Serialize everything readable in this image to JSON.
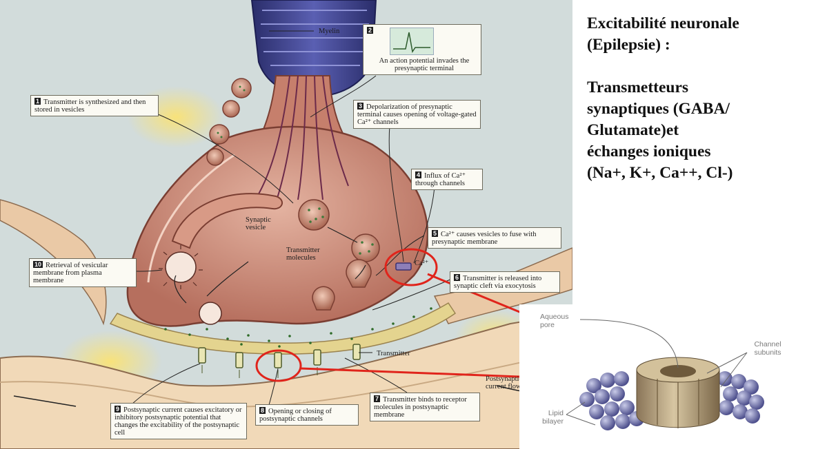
{
  "title_lines": [
    "Excitabilité neuronale",
    "(Epilepsie) :",
    "",
    "Transmetteurs",
    "synaptiques (GABA/",
    "Glutamate)et",
    "échanges ioniques",
    "(Na+, K+, Ca++, Cl-)"
  ],
  "diagram": {
    "myelin": "Myelin",
    "synaptic_vesicle": "Synaptic vesicle",
    "transmitter_molecules": "Transmitter molecules",
    "transmitter": "Transmitter",
    "ca_label": "Ca²⁺",
    "postsynaptic_current": "Postsynaptic current flow",
    "steps": [
      {
        "num": "1",
        "text": "Transmitter is synthesized and then stored in vesicles"
      },
      {
        "num": "2",
        "text": "An action potential invades the presynaptic terminal"
      },
      {
        "num": "3",
        "text": "Depolarization of presynaptic terminal causes opening of voltage-gated Ca²⁺ channels"
      },
      {
        "num": "4",
        "text": "Influx of Ca²⁺ through channels"
      },
      {
        "num": "5",
        "text": "Ca²⁺ causes vesicles to fuse with presynaptic membrane"
      },
      {
        "num": "6",
        "text": "Transmitter is released into synaptic cleft via exocytosis"
      },
      {
        "num": "7",
        "text": "Transmitter binds to receptor molecules in postsynaptic membrane"
      },
      {
        "num": "8",
        "text": "Opening or closing of postsynaptic channels"
      },
      {
        "num": "9",
        "text": "Postsynaptic current causes excitatory or inhibitory postsynaptic potential that changes the excitability of the postsynaptic cell"
      },
      {
        "num": "10",
        "text": "Retrieval of vesicular membrane from plasma membrane"
      }
    ]
  },
  "inset": {
    "aqueous_pore": "Aqueous pore",
    "channel_subunits": "Channel subunits",
    "lipid_bilayer": "Lipid bilayer"
  },
  "colors": {
    "highlight_red": "#e0241b",
    "terminal_pink": "#c88a78",
    "axon_blue": "#3c3f8e",
    "channel_tan": "#b8a585",
    "lipid_purple": "#7e80b8"
  }
}
